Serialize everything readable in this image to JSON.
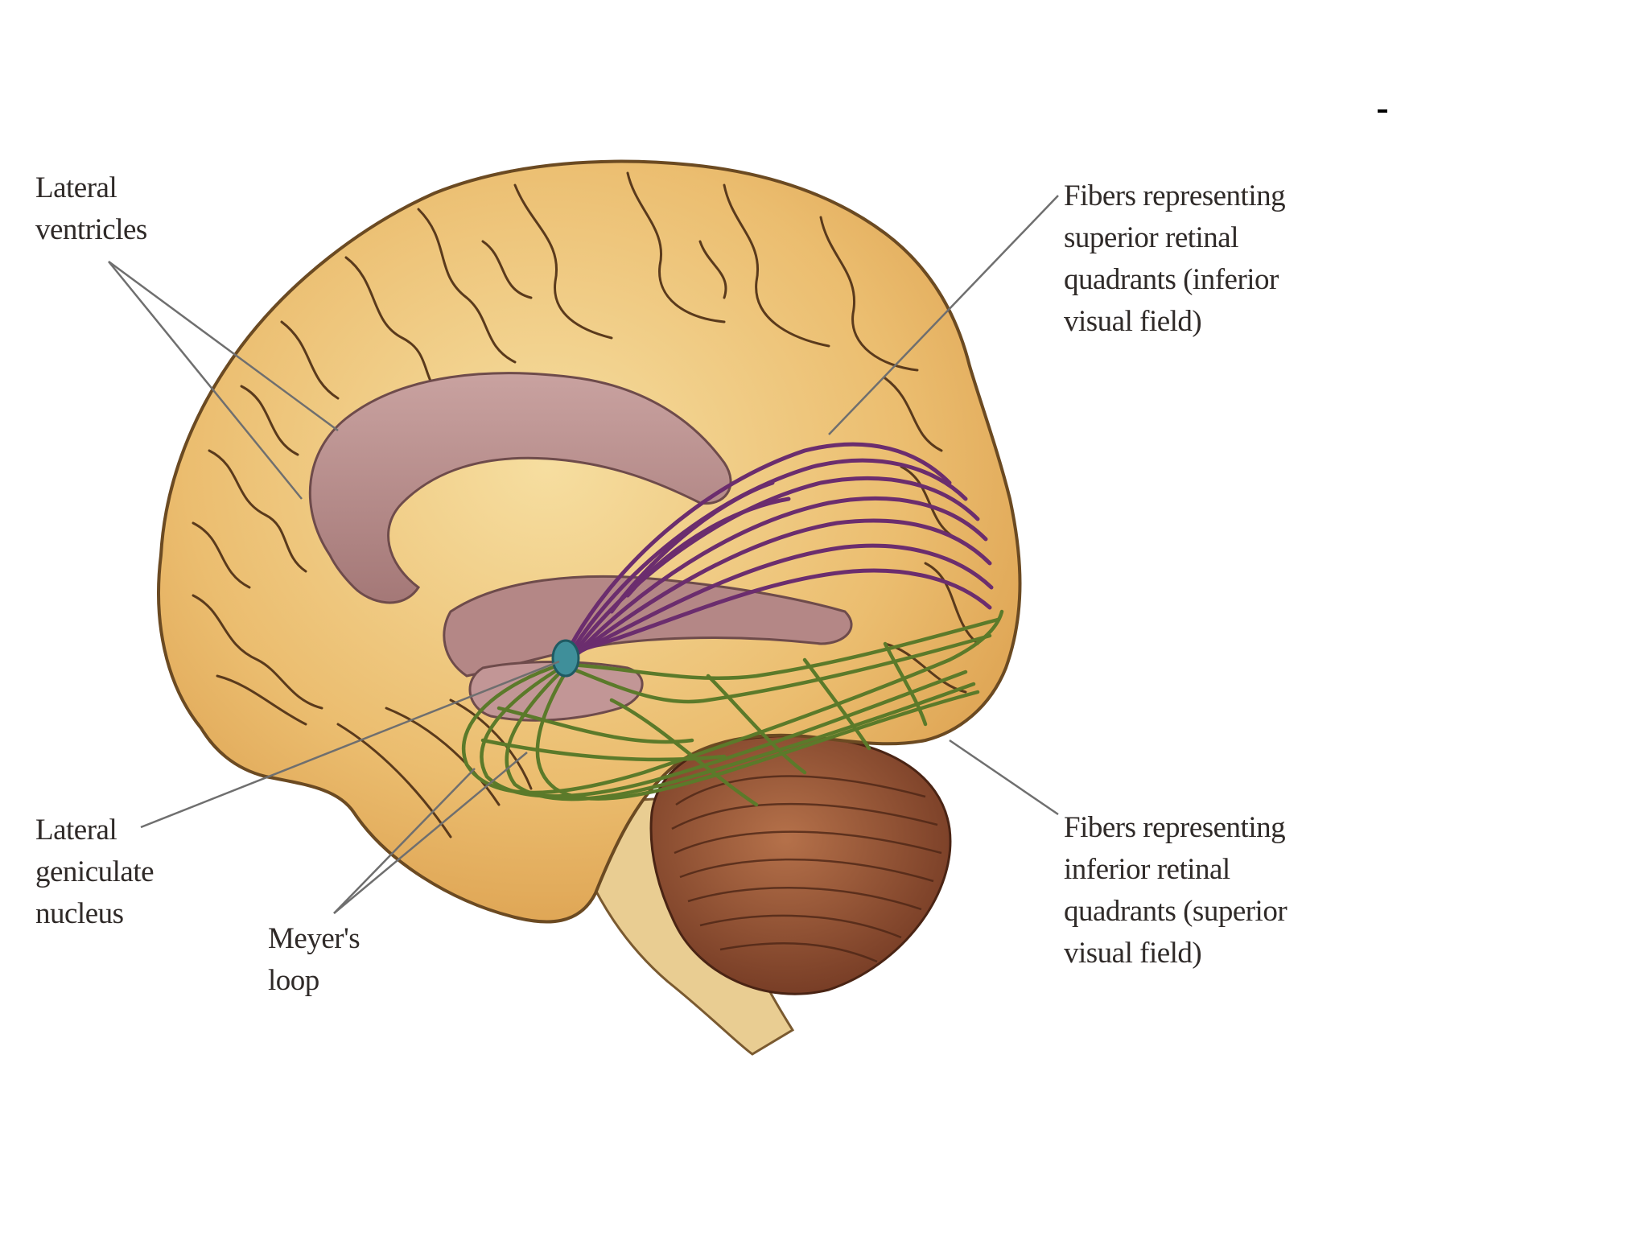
{
  "labels": {
    "lateral_ventricles": "Lateral\nventricles",
    "superior_fibers": "Fibers representing\nsuperior retinal\nquadrants (inferior\nvisual field)",
    "inferior_fibers": "Fibers representing\ninferior retinal\nquadrants (superior\nvisual field)",
    "lateral_geniculate": "Lateral\ngeniculate\nnucleus",
    "meyers_loop": "Meyer's\nloop"
  },
  "colors": {
    "cortex": "#e8b76a",
    "cortex_light": "#f3d28f",
    "sulcus": "#5a3a1c",
    "ventricle": "#b98c8c",
    "ventricle_dark": "#8e6364",
    "superior_fibers": "#6b2d6e",
    "inferior_fibers": "#5b7a2a",
    "lgn": "#3f8f9a",
    "cerebellum": "#8a4a2c",
    "brainstem": "#e7c98c",
    "leader": "#6f6f6f"
  }
}
